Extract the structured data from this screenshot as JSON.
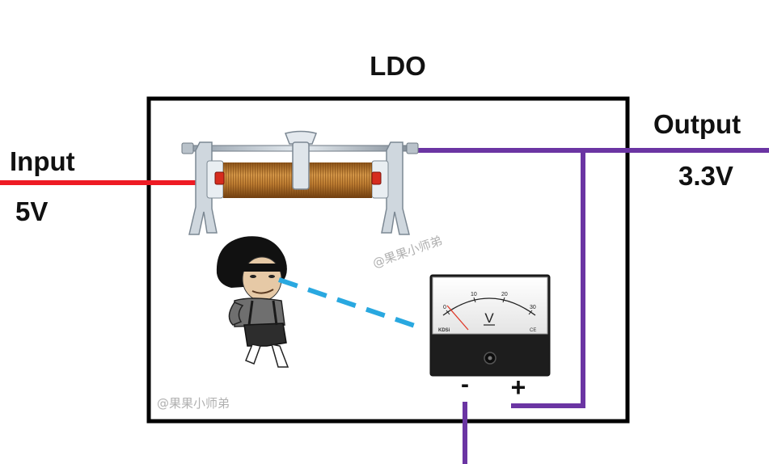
{
  "diagram": {
    "title": "LDO",
    "input_label": "Input",
    "input_voltage": "5V",
    "output_label": "Output",
    "output_voltage": "3.3V",
    "meter_unit": "V",
    "meter_scale": [
      "0",
      "10",
      "20",
      "30"
    ],
    "meter_brand": "KDSi",
    "meter_marks": "CE",
    "terminal_minus": "-",
    "terminal_plus": "+",
    "watermark": "@果果小师弟"
  },
  "colors": {
    "input_wire": "#ee1b24",
    "output_wire": "#6b35a3",
    "gaze_line": "#29a8e0",
    "box_border": "#000000",
    "coil": "#b5732a"
  },
  "icons": {
    "component": "rheostat-icon",
    "meter": "voltmeter-icon",
    "character": "meme-character-icon"
  }
}
